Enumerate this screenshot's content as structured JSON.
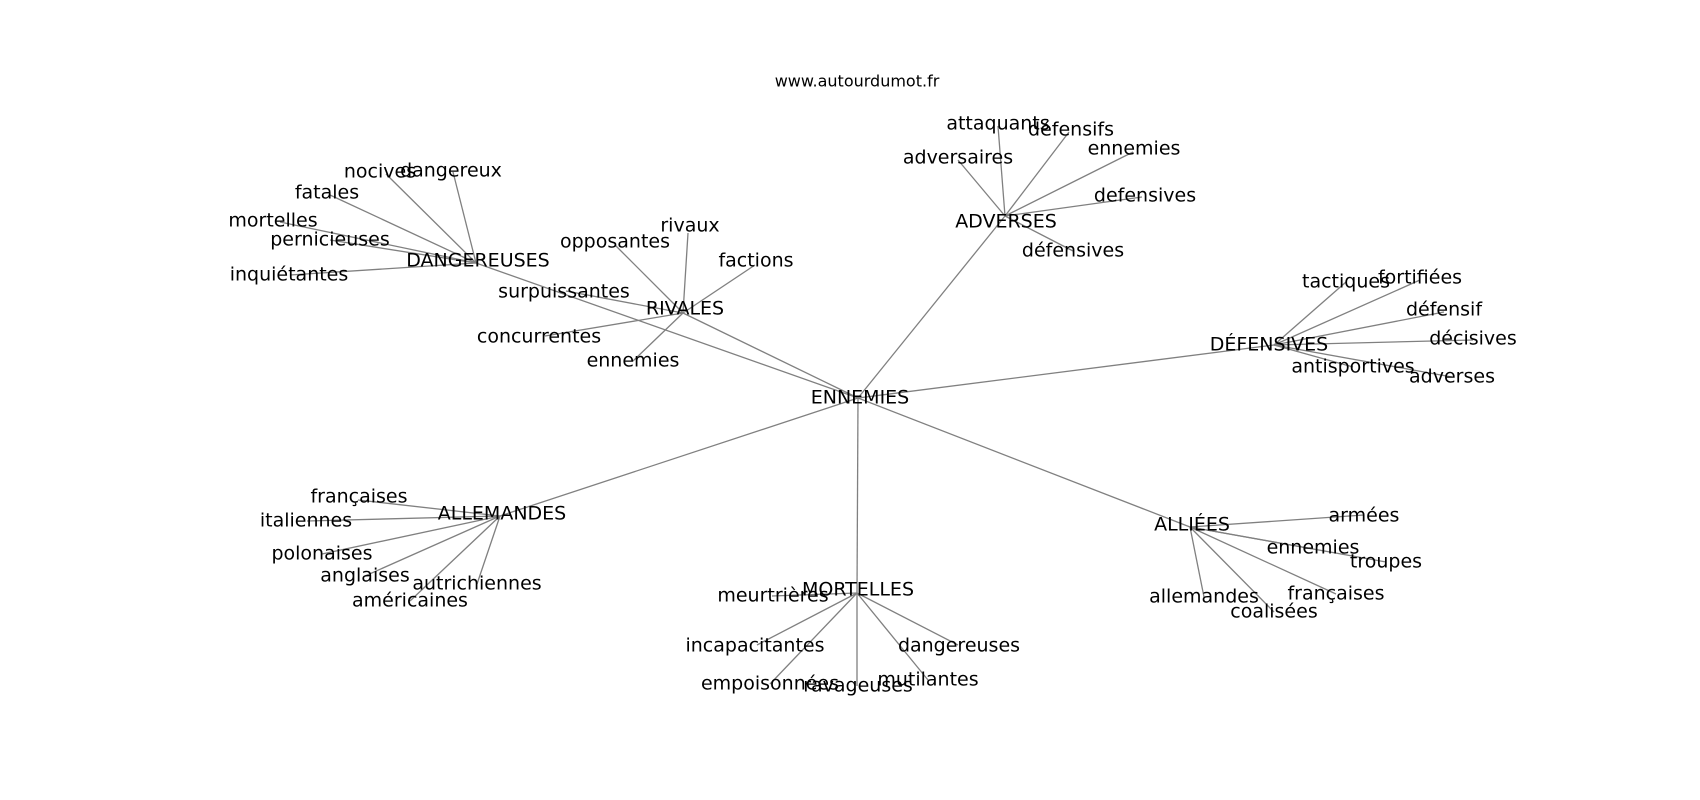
{
  "site": "www.autourdumot.fr",
  "colors": {
    "edge": "#808080",
    "text": "#000000",
    "background": "#ffffff"
  },
  "graph": {
    "center": "ENNEMIES",
    "clusters": [
      {
        "hub": "DANGEREUSES",
        "words": [
          "nocives",
          "dangereux",
          "fatales",
          "mortelles",
          "pernicieuses",
          "inquiétantes"
        ]
      },
      {
        "hub": "RIVALES",
        "words": [
          "rivaux",
          "opposantes",
          "factions",
          "surpuissantes",
          "concurrentes",
          "ennemies"
        ]
      },
      {
        "hub": "ADVERSES",
        "words": [
          "attaquants",
          "défensifs",
          "ennemies",
          "adversaires",
          "defensives",
          "défensives"
        ]
      },
      {
        "hub": "DÉFENSIVES",
        "words": [
          "tactiques",
          "fortifiées",
          "défensif",
          "décisives",
          "antisportives",
          "adverses"
        ]
      },
      {
        "hub": "ALLEMANDES",
        "words": [
          "françaises",
          "italiennes",
          "polonaises",
          "anglaises",
          "autrichiennes",
          "américaines"
        ]
      },
      {
        "hub": "MORTELLES",
        "words": [
          "meurtrières",
          "incapacitantes",
          "dangereuses",
          "empoisonnées",
          "ravageuses",
          "mutilantes"
        ]
      },
      {
        "hub": "ALLIÉES",
        "words": [
          "armées",
          "ennemies",
          "troupes",
          "allemandes",
          "françaises",
          "coalisées"
        ]
      }
    ]
  }
}
